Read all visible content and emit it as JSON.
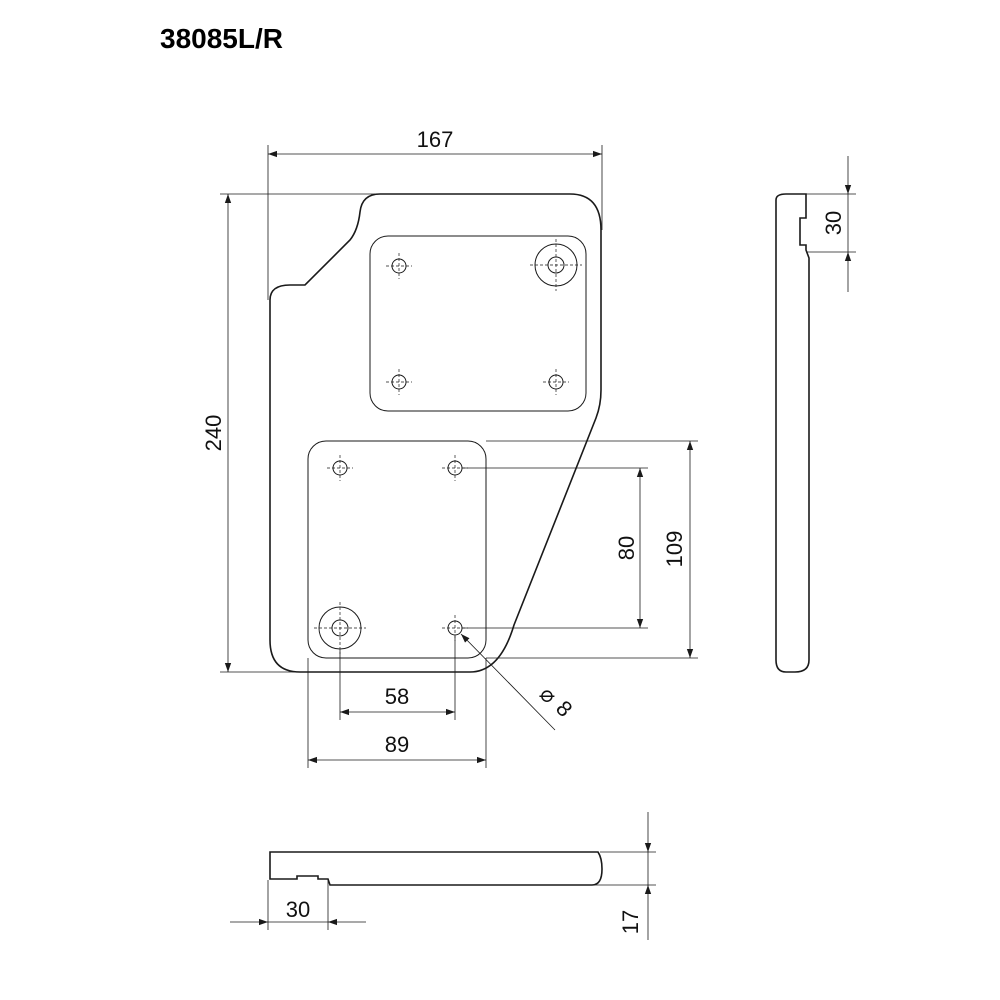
{
  "title": "38085L/R",
  "dimensions": {
    "overall_width": "167",
    "overall_height": "240",
    "hole_spacing_vertical": "80",
    "plate_height": "109",
    "hole_spacing_horizontal": "58",
    "plate_width": "89",
    "hole_diameter": "8",
    "side_step_height": "30",
    "bottom_step_width": "30",
    "thickness": "17"
  },
  "symbols": {
    "diameter": "⌀"
  }
}
